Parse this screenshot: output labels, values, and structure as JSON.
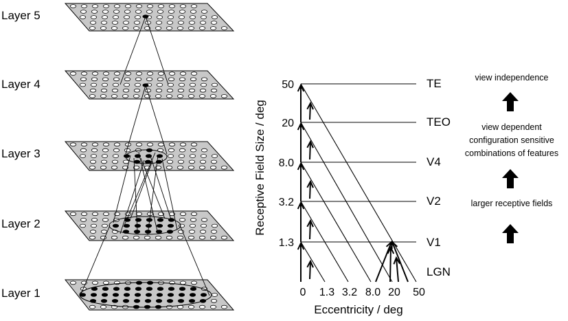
{
  "layers": [
    {
      "id": "layer5",
      "label": "Layer 5"
    },
    {
      "id": "layer4",
      "label": "Layer 4"
    },
    {
      "id": "layer3",
      "label": "Layer 3"
    },
    {
      "id": "layer2",
      "label": "Layer 2"
    },
    {
      "id": "layer1",
      "label": "Layer 1"
    }
  ],
  "areas": [
    {
      "id": "te",
      "label": "TE"
    },
    {
      "id": "teo",
      "label": "TEO"
    },
    {
      "id": "v4",
      "label": "V4"
    },
    {
      "id": "v2",
      "label": "V2"
    },
    {
      "id": "v1",
      "label": "V1"
    },
    {
      "id": "lgn",
      "label": "LGN"
    }
  ],
  "rf_axis": {
    "label": "Receptive Field Size / deg",
    "ticks": [
      "50",
      "20",
      "8.0",
      "3.2",
      "1.3"
    ]
  },
  "ecc_axis": {
    "label": "Eccentricity / deg",
    "ticks": [
      "0",
      "1.3",
      "3.2",
      "8.0",
      "20",
      "50"
    ]
  },
  "properties": [
    {
      "id": "view-independence",
      "lines": [
        "view independence"
      ]
    },
    {
      "id": "view-dependent",
      "lines": [
        "view dependent",
        "configuration sensitive",
        "combinations of features"
      ]
    },
    {
      "id": "larger-rf",
      "lines": [
        "larger receptive fields"
      ]
    }
  ],
  "colors": {
    "plane_fill": "#c8c8c8",
    "dot_fill": "#000000",
    "line": "#000000"
  },
  "icons": [
    "up-arrow-icon"
  ]
}
